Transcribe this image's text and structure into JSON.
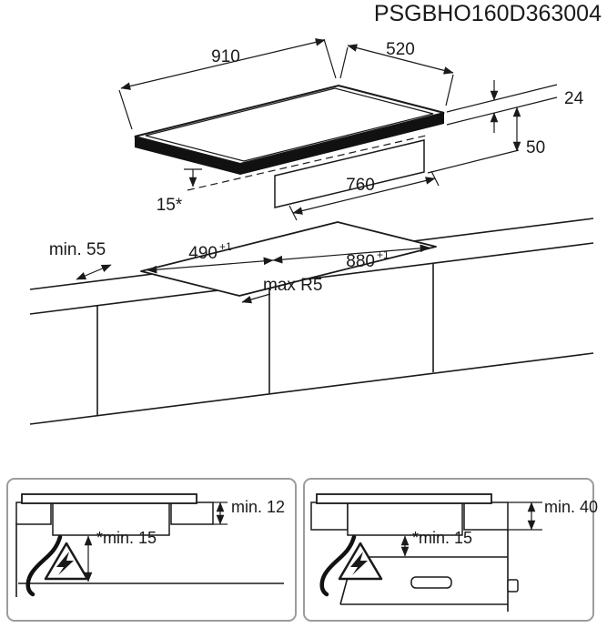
{
  "doc_code": "PSGBHO160D363004",
  "top_view": {
    "hob_width": "910",
    "hob_depth": "520",
    "glass_height": "24",
    "body_height": "50",
    "body_width": "760",
    "front_offset": "15*",
    "side_clearance": "min. 55",
    "cutout_depth": "490",
    "cutout_depth_tolerance": "+1",
    "cutout_width": "880",
    "cutout_width_tolerance": "+1",
    "corner_radius": "max R5"
  },
  "section_views": {
    "left": {
      "worktop_thickness": "min. 12",
      "clearance_below_hob": "*min. 15",
      "hazard_icon": "high-voltage-warning-triangle"
    },
    "right": {
      "clearance_above_oven": "min. 40",
      "clearance_below_hob": "*min. 15",
      "hazard_icon": "high-voltage-warning-triangle"
    }
  },
  "icons": {
    "hazard": "lightning-bolt-in-triangle"
  },
  "colors": {
    "line": "#1a1a1a",
    "panel_border": "#9c9c9c",
    "background": "#ffffff"
  }
}
